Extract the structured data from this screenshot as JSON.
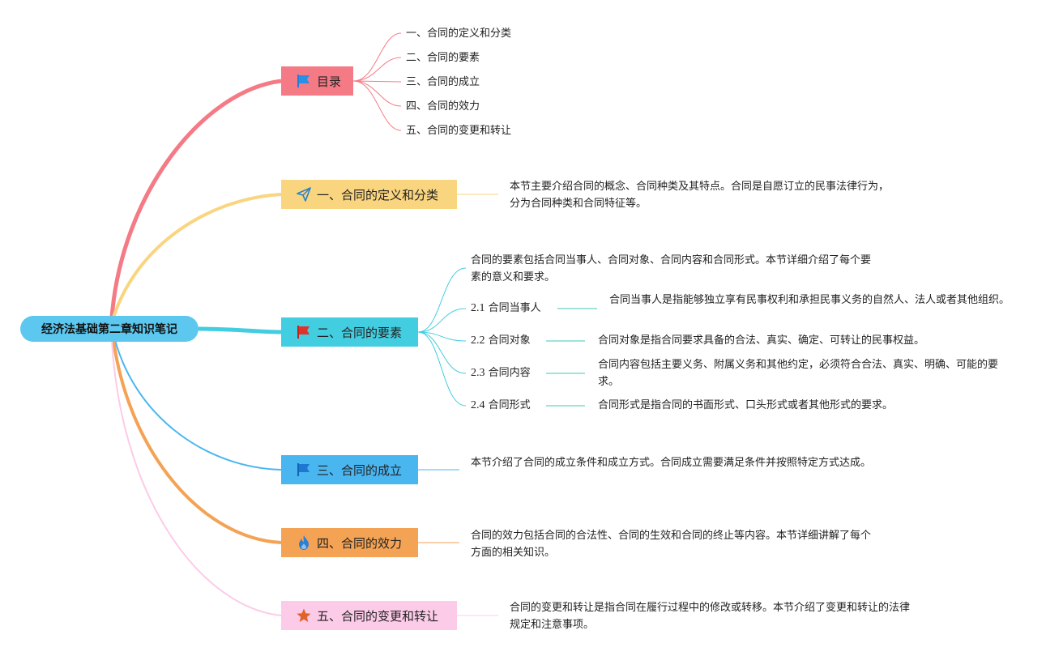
{
  "root": {
    "label": "经济法基础第二章知识笔记"
  },
  "colors": {
    "root": "#5cc8ef",
    "toc": "#f47b86",
    "sec1": "#fad57f",
    "sec2": "#43cde0",
    "sec3": "#4ab6f0",
    "sec4": "#f4a254",
    "sec5": "#fccbe8"
  },
  "toc": {
    "label": "目录",
    "icon": "blue-flag-icon",
    "items": [
      "一、合同的定义和分类",
      "二、合同的要素",
      "三、合同的成立",
      "四、合同的效力",
      "五、合同的变更和转让"
    ]
  },
  "sec1": {
    "label": "一、合同的定义和分类",
    "icon": "paper-plane-icon",
    "desc": "本节主要介绍合同的概念、合同种类及其特点。合同是自愿订立的民事法律行为，分为合同种类和合同特征等。"
  },
  "sec2": {
    "label": "二、合同的要素",
    "icon": "red-flag-icon",
    "desc": "合同的要素包括合同当事人、合同对象、合同内容和合同形式。本节详细介绍了每个要素的意义和要求。",
    "subs": [
      {
        "num": "2.1",
        "label": "合同当事人",
        "desc": "合同当事人是指能够独立享有民事权利和承担民事义务的自然人、法人或者其他组织。"
      },
      {
        "num": "2.2",
        "label": "合同对象",
        "desc": "合同对象是指合同要求具备的合法、真实、确定、可转让的民事权益。"
      },
      {
        "num": "2.3",
        "label": "合同内容",
        "desc": "合同内容包括主要义务、附属义务和其他约定，必须符合合法、真实、明确、可能的要求。"
      },
      {
        "num": "2.4",
        "label": "合同形式",
        "desc": "合同形式是指合同的书面形式、口头形式或者其他形式的要求。"
      }
    ]
  },
  "sec3": {
    "label": "三、合同的成立",
    "icon": "blue-flag-icon",
    "desc": "本节介绍了合同的成立条件和成立方式。合同成立需要满足条件并按照特定方式达成。"
  },
  "sec4": {
    "label": "四、合同的效力",
    "icon": "flame-icon",
    "desc": "合同的效力包括合同的合法性、合同的生效和合同的终止等内容。本节详细讲解了每个方面的相关知识。"
  },
  "sec5": {
    "label": "五、合同的变更和转让",
    "icon": "star-icon",
    "desc": "合同的变更和转让是指合同在履行过程中的修改或转移。本节介绍了变更和转让的法律规定和注意事项。"
  }
}
